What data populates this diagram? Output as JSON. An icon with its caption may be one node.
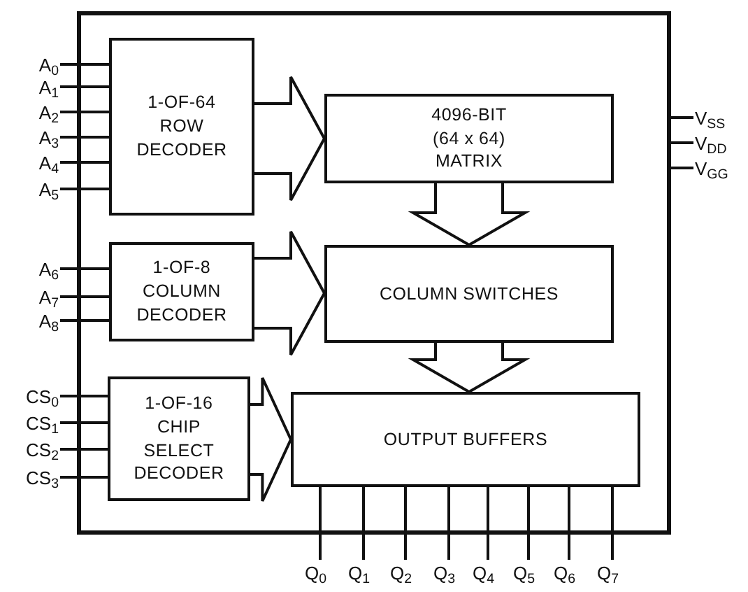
{
  "diagram": {
    "nodes": [
      {
        "text": [],
        "shape": "box"
      },
      {
        "text": [
          "1-OF-64 ROW DECODER"
        ],
        "in": 0
      },
      {
        "text": [
          "4096-BIT (64 x 64) MATRIX"
        ],
        "in": 0
      },
      {
        "text": [
          "1-OF-8 COLUMN DECODER"
        ],
        "in": 0
      },
      {
        "text": [
          "COLUMN SWITCHES"
        ],
        "in": 0
      },
      {
        "text": [
          "1-OF-16 CHIP SELECT DECODER"
        ],
        "in": 0
      },
      {
        "text": [
          "OUTPUT BUFFERS"
        ],
        "in": 0
      },
      {
        "text": [
          "A$_{0}$"
        ]
      },
      {
        "text": [
          "A$_{1}$"
        ]
      },
      {
        "text": [
          "A$_{2}$"
        ]
      },
      {
        "text": [
          "A$_{3}$"
        ]
      },
      {
        "text": [
          "A$_{4}$"
        ]
      },
      {
        "text": [
          "A$_{5}$"
        ]
      },
      {
        "text": [
          "A$_{6}$"
        ]
      },
      {
        "text": [
          "A$_{7}$"
        ]
      },
      {
        "text": [
          "A$_{8}$"
        ]
      },
      {
        "text": [
          "CS$_{0}$"
        ]
      },
      {
        "text": [
          "CS$_{1}$"
        ]
      },
      {
        "text": [
          "CS$_{2}$"
        ]
      },
      {
        "text": [
          "CS$_{3}$"
        ]
      },
      {
        "text": [
          "V$_{SS}$"
        ]
      },
      {
        "text": [
          "V$_{DD}$"
        ]
      },
      {
        "text": [
          "V$_{GG}$"
        ]
      },
      {
        "text": [
          "Q$_{0}$"
        ]
      },
      {
        "text": [
          "Q$_{1}$"
        ]
      },
      {
        "text": [
          "Q$_{2}$"
        ]
      },
      {
        "text": [
          "Q$_{3}$"
        ]
      },
      {
        "text": [
          "Q$_{4}$"
        ]
      },
      {
        "text": [
          "Q$_{5}$"
        ]
      },
      {
        "text": [
          "Q$_{6}$"
        ]
      },
      {
        "text": [
          "Q$_{7}$"
        ]
      }
    ],
    "edges": [
      {
        "from": 7,
        "to": 1,
        "arrow": "none"
      },
      {
        "from": 8,
        "to": 1,
        "arrow": "none"
      },
      {
        "from": 9,
        "to": 1,
        "arrow": "none"
      },
      {
        "from": 10,
        "to": 1,
        "arrow": "none"
      },
      {
        "from": 11,
        "to": 1,
        "arrow": "none"
      },
      {
        "from": 12,
        "to": 1,
        "arrow": "none"
      },
      {
        "from": 13,
        "to": 3,
        "arrow": "none"
      },
      {
        "from": 14,
        "to": 3,
        "arrow": "none"
      },
      {
        "from": 15,
        "to": 3,
        "arrow": "none"
      },
      {
        "from": 16,
        "to": 5,
        "arrow": "none"
      },
      {
        "from": 17,
        "to": 5,
        "arrow": "none"
      },
      {
        "from": 18,
        "to": 5,
        "arrow": "none"
      },
      {
        "from": 19,
        "to": 5,
        "arrow": "none"
      },
      {
        "from": 20,
        "to": 0,
        "arrow": "none"
      },
      {
        "from": 21,
        "to": 0,
        "arrow": "none"
      },
      {
        "from": 22,
        "to": 0,
        "arrow": "none"
      },
      {
        "from": 6,
        "to": 23,
        "arrow": "none"
      },
      {
        "from": 6,
        "to": 24,
        "arrow": "none"
      },
      {
        "from": 6,
        "to": 25,
        "arrow": "none"
      },
      {
        "from": 6,
        "to": 26,
        "arrow": "none"
      },
      {
        "from": 6,
        "to": 27,
        "arrow": "none"
      },
      {
        "from": 6,
        "to": 28,
        "arrow": "none"
      },
      {
        "from": 6,
        "to": 29,
        "arrow": "none"
      },
      {
        "from": 6,
        "to": 30,
        "arrow": "none"
      },
      {
        "from": 1,
        "to": 2,
        "arrow": "to",
        "style": "thick"
      },
      {
        "from": 3,
        "to": 4,
        "arrow": "to",
        "style": "thick"
      },
      {
        "from": 2,
        "to": 4,
        "arrow": "to",
        "style": "thick"
      },
      {
        "from": 5,
        "to": 6,
        "arrow": "to",
        "style": "thick"
      },
      {
        "from": 4,
        "to": 6,
        "arrow": "to",
        "style": "thick"
      }
    ]
  }
}
